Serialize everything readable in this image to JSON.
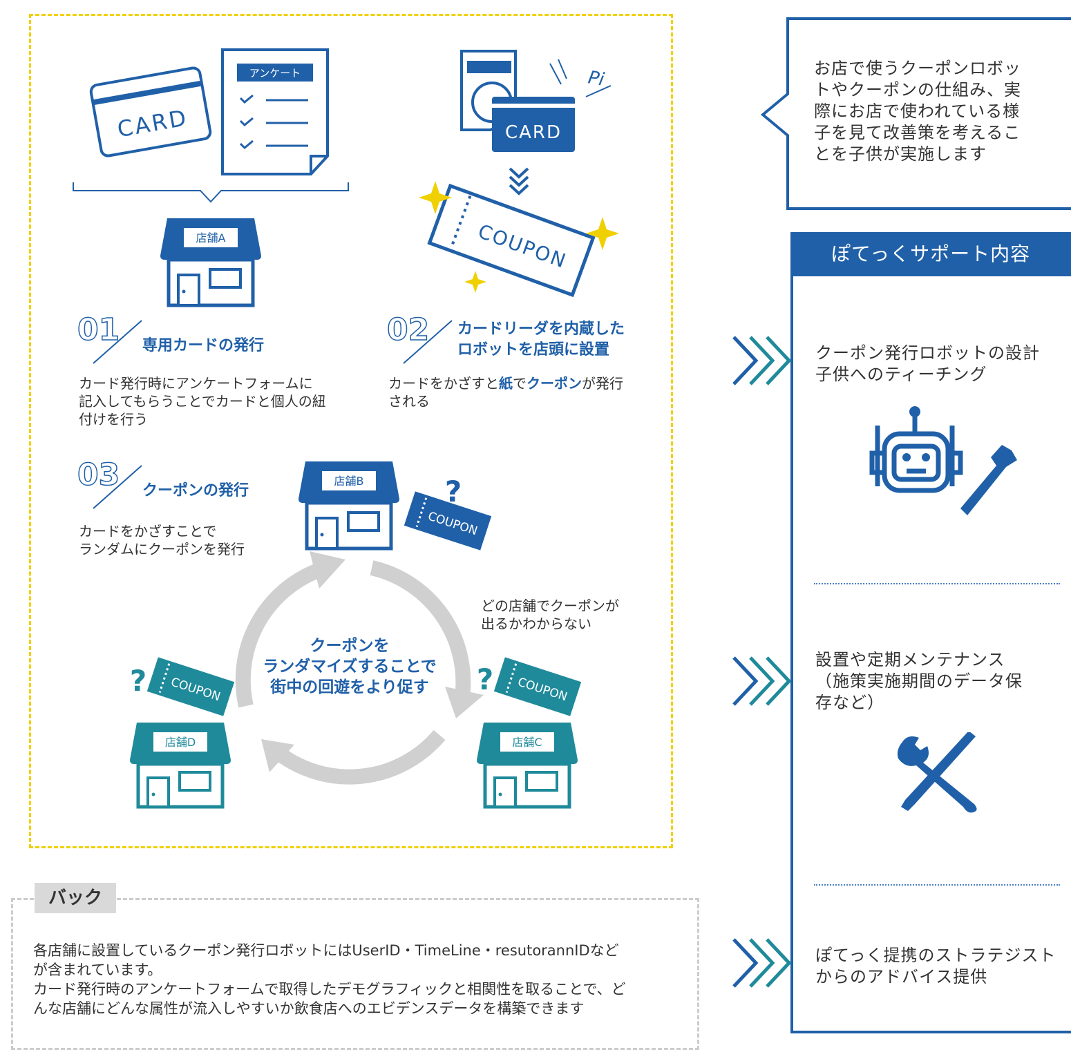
{
  "colors": {
    "blue": "#2060a8",
    "teal": "#1f8a9a",
    "yellow": "#f0d000",
    "gray": "#cccccc"
  },
  "step01": {
    "number": "01",
    "title": "専用カードの発行",
    "desc_lines": [
      "カード発行時にアンケートフォームに",
      "記入してもらうことでカードと個人の紐",
      "付けを行う"
    ]
  },
  "step02": {
    "number": "02",
    "title_lines": [
      "カードリーダを内蔵した",
      "ロボットを店頭に設置"
    ],
    "desc_line1": [
      "カードをかざすと",
      "紙",
      "で",
      "クーポン",
      "が発行"
    ],
    "desc_line2": "される"
  },
  "step03": {
    "number": "03",
    "title": "クーポンの発行",
    "desc_lines": [
      "カードをかざすことで",
      "ランダムにクーポンを発行"
    ]
  },
  "illustration": {
    "card_label": "CARD",
    "survey_label": "アンケート",
    "pi_label": "Pi",
    "coupon_label": "COUPON",
    "store_a": "店舗A",
    "store_b": "店舗B",
    "store_c": "店舗C",
    "store_d": "店舗D",
    "question_mark": "?"
  },
  "cycle": {
    "center_lines": [
      "クーポンを",
      "ランダマイズすることで",
      "街中の回遊をより促す"
    ],
    "note_lines": [
      "どの店舗でクーポンが",
      "出るかわからない"
    ]
  },
  "back": {
    "label": "バック",
    "lines": [
      "各店舗に設置しているクーポン発行ロボットにはUserID・TimeLine・resutorannIDなど",
      "が含まれています。",
      "カード発行時のアンケートフォームで取得したデモグラフィックと相関性を取ることで、ど",
      "んな店舗にどんな属性が流入しやすいか飲食店へのエビデンスデータを構築できます"
    ]
  },
  "speech": {
    "lines": [
      "お店で使うクーポンロボッ",
      "トやクーポンの仕組み、実",
      "際にお店で使われている様",
      "子を見て改善策を考えるこ",
      "とを子供が実施します"
    ]
  },
  "support": {
    "header": "ぽてっくサポート内容",
    "items": [
      {
        "lines": [
          "クーポン発行ロボットの設計",
          "子供へのティーチング"
        ],
        "icon": "robot-wrench-icon"
      },
      {
        "lines": [
          "設置や定期メンテナンス",
          "（施策実施期間のデータ保",
          "存など）"
        ],
        "icon": "tools-icon"
      },
      {
        "lines": [
          "ぽてっく提携のストラテジスト",
          "からのアドバイス提供"
        ],
        "icon": ""
      }
    ]
  }
}
